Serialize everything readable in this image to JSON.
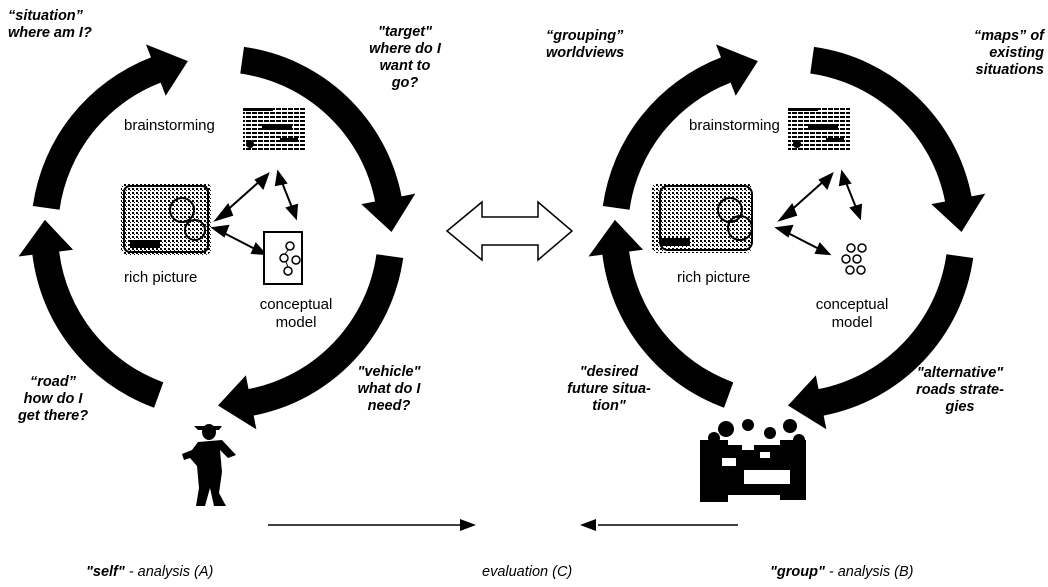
{
  "left_cycle": {
    "situation_quote": "“situation”",
    "situation_text": "where am I?",
    "target_quote": "\"target\"",
    "target_text_1": "where do I",
    "target_text_2": "want to",
    "target_text_3": "go?",
    "vehicle_quote": "\"vehicle\"",
    "vehicle_text_1": "what do I",
    "vehicle_text_2": "need?",
    "road_quote": "“road”",
    "road_text_1": "how do I",
    "road_text_2": "get there?",
    "brainstorming": "brainstorming",
    "rich_picture": "rich picture",
    "conceptual_1": "conceptual",
    "conceptual_2": "model"
  },
  "right_cycle": {
    "grouping_quote": "“grouping”",
    "grouping_text": "worldviews",
    "maps_quote": "“maps” of",
    "maps_text_1": "existing",
    "maps_text_2": "situations",
    "alternative_quote": "\"alternative\"",
    "alternative_text_1": "roads strate-",
    "alternative_text_2": "gies",
    "desired_quote": "\"desired",
    "desired_text_1": "future situa-",
    "desired_text_2": "tion\"",
    "brainstorming": "brainstorming",
    "rich_picture": "rich picture",
    "conceptual_1": "conceptual",
    "conceptual_2": "model"
  },
  "bottom": {
    "self_quote": "\"self\"",
    "self_rest": " - analysis (A)",
    "evaluation": "evaluation (C)",
    "group_quote": "\"group\"",
    "group_rest": " - analysis (B)"
  },
  "icons": {
    "cycle_arrows": "curved-arrow",
    "double_arrow": "double-headed-arrow",
    "person": "person-silhouette",
    "group": "group-meeting-silhouette"
  },
  "colors": {
    "arrow_fill": "#000000",
    "background": "#ffffff"
  }
}
